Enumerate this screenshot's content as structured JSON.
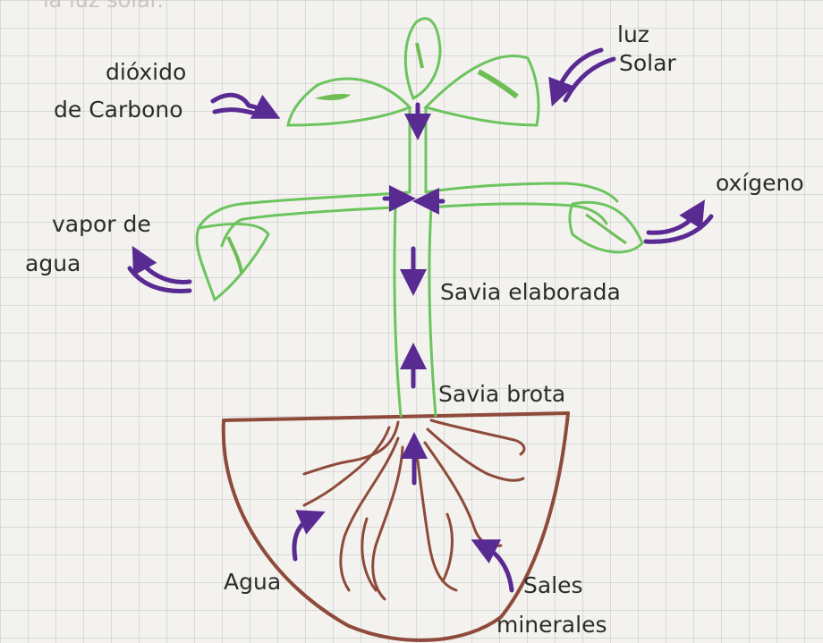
{
  "labels": {
    "top_partial": "la luz solar.",
    "luz": "luz",
    "solar": "Solar",
    "dioxido": "dióxido",
    "de_carbono": "de Carbono",
    "oxigeno": "oxígeno",
    "vapor_de": "vapor de",
    "agua_vapor": "agua",
    "savia_elaborada": "Savia elaborada",
    "savia_bruta": "Savia brota",
    "agua": "Agua",
    "sales": "Sales",
    "minerales": "minerales"
  },
  "colors": {
    "stem": "#6cc45e",
    "leaf_fill": "#6fbd55",
    "arrow": "#5a2a93",
    "soil": "#8e4a3a",
    "text": "#2b2b2b"
  }
}
